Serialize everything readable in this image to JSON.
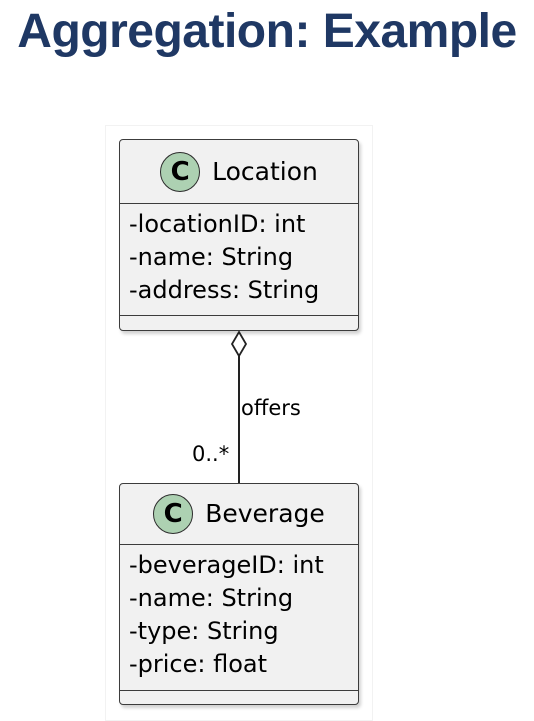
{
  "title": "Aggregation: Example",
  "diagram": {
    "classes": [
      {
        "stereotype_letter": "C",
        "name": "Location",
        "attributes": [
          "-locationID: int",
          "-name: String",
          "-address: String"
        ]
      },
      {
        "stereotype_letter": "C",
        "name": "Beverage",
        "attributes": [
          "-beverageID: int",
          "-name: String",
          "-type: String",
          "-price: float"
        ]
      }
    ],
    "association": {
      "kind": "aggregation",
      "label": "offers",
      "multiplicity": "0..*"
    }
  }
}
